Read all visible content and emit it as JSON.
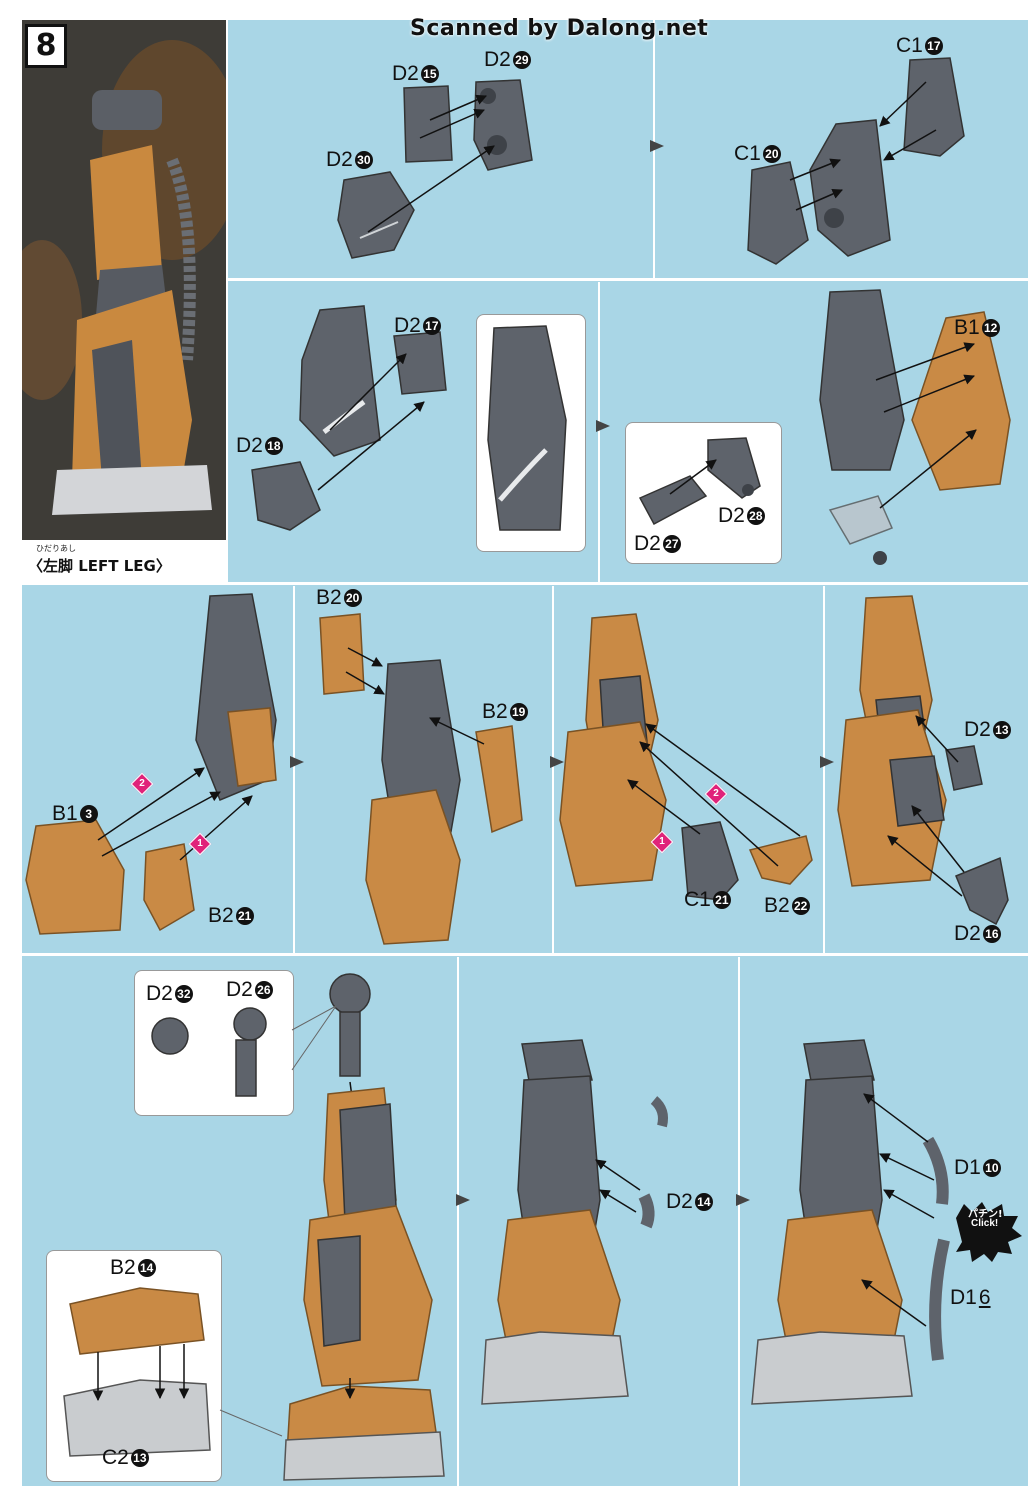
{
  "header": {
    "watermark": "Scanned by Dalong.net"
  },
  "step": {
    "number": "8"
  },
  "title": {
    "ruby": "ひだりあし",
    "main": "〈左脚 LEFT LEG〉"
  },
  "labels": {
    "d2_15": {
      "part": "D2",
      "num": "15"
    },
    "d2_29": {
      "part": "D2",
      "num": "29"
    },
    "d2_30": {
      "part": "D2",
      "num": "30"
    },
    "c1_17": {
      "part": "C1",
      "num": "17"
    },
    "c1_20": {
      "part": "C1",
      "num": "20"
    },
    "d2_17": {
      "part": "D2",
      "num": "17"
    },
    "d2_18": {
      "part": "D2",
      "num": "18"
    },
    "b1_12": {
      "part": "B1",
      "num": "12"
    },
    "d2_28": {
      "part": "D2",
      "num": "28"
    },
    "d2_27": {
      "part": "D2",
      "num": "27"
    },
    "b1_3": {
      "part": "B1",
      "num": "3"
    },
    "b2_21": {
      "part": "B2",
      "num": "21"
    },
    "b2_20": {
      "part": "B2",
      "num": "20"
    },
    "b2_19": {
      "part": "B2",
      "num": "19"
    },
    "c1_21": {
      "part": "C1",
      "num": "21"
    },
    "b2_22": {
      "part": "B2",
      "num": "22"
    },
    "d2_13": {
      "part": "D2",
      "num": "13"
    },
    "d2_16": {
      "part": "D2",
      "num": "16"
    },
    "d2_32": {
      "part": "D2",
      "num": "32"
    },
    "d2_26": {
      "part": "D2",
      "num": "26"
    },
    "b2_14": {
      "part": "B2",
      "num": "14"
    },
    "c2_13": {
      "part": "C2",
      "num": "13"
    },
    "d2_14": {
      "part": "D2",
      "num": "14"
    },
    "d1_10": {
      "part": "D1",
      "num": "10"
    },
    "d1_6": {
      "part": "D1",
      "num": "6"
    }
  },
  "badges": {
    "one": "1",
    "two": "2"
  },
  "click": {
    "ja": "パチン!",
    "en": "Click!"
  },
  "colors": {
    "background": "#a9d6e6",
    "gray_part": "#5e636b",
    "orange_part": "#c98a45",
    "base_part": "#c9cccf",
    "badge": "#e0237a"
  }
}
